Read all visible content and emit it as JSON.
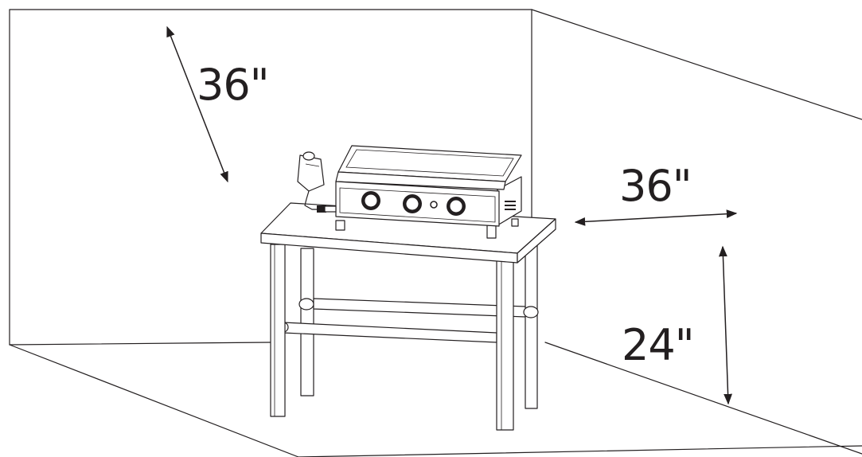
{
  "dimensions": {
    "wall_top": "36\"",
    "side": "36\"",
    "floor_height": "24\""
  }
}
